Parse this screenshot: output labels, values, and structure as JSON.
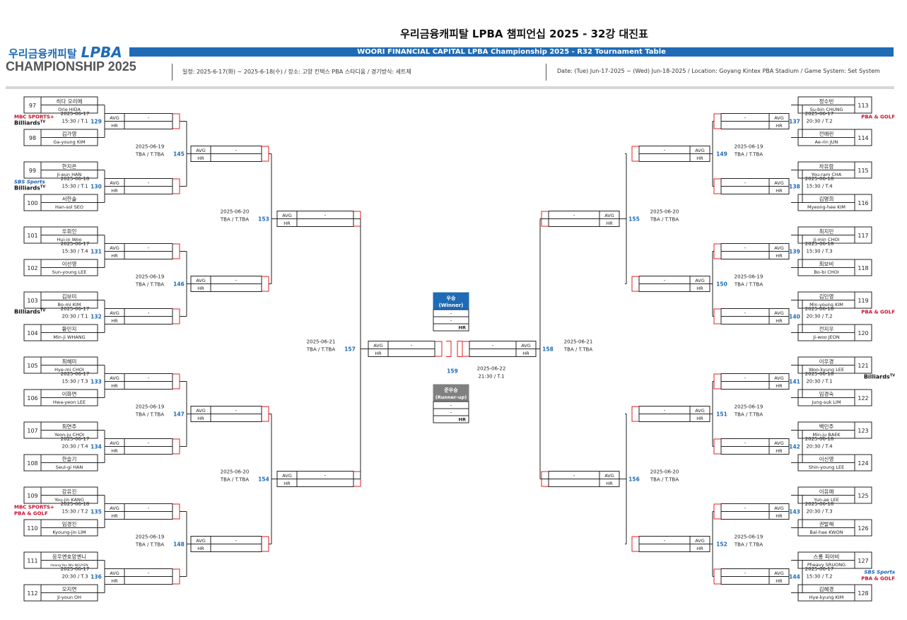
{
  "header": {
    "logo_kr": "우리금융캐피탈",
    "logo_lpba": "LPBA",
    "logo_en": "CHAMPIONSHIP 2025",
    "title_kr": "우리금융캐피탈 LPBA 챔피언십 2025 - 32강 대진표",
    "title_en": "WOORI FINANCIAL CAPITAL LPBA Championship 2025 - R32 Tournament Table",
    "info_kr": "일정: 2025-6-17(화) ~ 2025-6-18(수) / 장소: 고양 킨텍스 PBA 스타디움 / 경기방식: 세트제",
    "info_en": "Date: (Tue) Jun-17-2025 ~ (Wed) Jun-18-2025 / Location: Goyang Kintex PBA Stadium / Game System: Set System"
  },
  "labels": {
    "avg": "AVG",
    "hr": "HR",
    "dash": "-"
  },
  "broadcast": {
    "mbc": "MBC SPORTS+",
    "billiards": "Billiards",
    "billiards_sup": "TV",
    "sbs": "SBS Sports",
    "pba": "PBA & GOLF"
  },
  "colors": {
    "blue": "#1f6bb5",
    "red": "#e02020",
    "grey_box": "#808080"
  },
  "players": {
    "left": [
      {
        "no": "97",
        "kr": "히다 오리에",
        "en": "Orie HIDA"
      },
      {
        "no": "98",
        "kr": "김가영",
        "en": "Ga-young KIM"
      },
      {
        "no": "99",
        "kr": "한지은",
        "en": "Ji-eun HAN"
      },
      {
        "no": "100",
        "kr": "서한솔",
        "en": "Han-sol SEO"
      },
      {
        "no": "101",
        "kr": "우휘인",
        "en": "Hui-in Woo"
      },
      {
        "no": "102",
        "kr": "이선영",
        "en": "Sun-young LEE"
      },
      {
        "no": "103",
        "kr": "김보미",
        "en": "Bo-mi KIM"
      },
      {
        "no": "104",
        "kr": "황민지",
        "en": "Min-ji WHANG"
      },
      {
        "no": "105",
        "kr": "최혜미",
        "en": "Hye-mi CHOI"
      },
      {
        "no": "106",
        "kr": "이화연",
        "en": "Hwa-yeon LEE"
      },
      {
        "no": "107",
        "kr": "최연주",
        "en": "Yeon-ju CHOI"
      },
      {
        "no": "108",
        "kr": "한슬기",
        "en": "Seul-gi HAN"
      },
      {
        "no": "109",
        "kr": "강유진",
        "en": "You-jin KANG"
      },
      {
        "no": "110",
        "kr": "임경진",
        "en": "Kyoung-jin LIM"
      },
      {
        "no": "111",
        "kr": "응우옌호앙옌니",
        "en": "Hoang Yen Nhi NGUYEN"
      },
      {
        "no": "112",
        "kr": "오지연",
        "en": "Ji-youn OH"
      }
    ],
    "right": [
      {
        "no": "113",
        "kr": "정수빈",
        "en": "Su-bin CHUNG"
      },
      {
        "no": "114",
        "kr": "전애린",
        "en": "Ae-rin JUN"
      },
      {
        "no": "115",
        "kr": "차유람",
        "en": "You-ram CHA"
      },
      {
        "no": "116",
        "kr": "김명희",
        "en": "Myeong-hee KIM"
      },
      {
        "no": "117",
        "kr": "최지민",
        "en": "Ji-min CHOI"
      },
      {
        "no": "118",
        "kr": "최보비",
        "en": "Bo-bi CHOI"
      },
      {
        "no": "119",
        "kr": "김민영",
        "en": "Min-young KIM"
      },
      {
        "no": "120",
        "kr": "전지우",
        "en": "Ji-woo JEON"
      },
      {
        "no": "121",
        "kr": "이우경",
        "en": "Woo-kyung LEE"
      },
      {
        "no": "122",
        "kr": "임경숙",
        "en": "Jung-suk LIM"
      },
      {
        "no": "123",
        "kr": "백민주",
        "en": "Min-ju BAEK"
      },
      {
        "no": "124",
        "kr": "이신영",
        "en": "Shin-young LEE"
      },
      {
        "no": "125",
        "kr": "이유애",
        "en": "Yun-ae LEE"
      },
      {
        "no": "126",
        "kr": "권발해",
        "en": "Bal-hae KWON"
      },
      {
        "no": "127",
        "kr": "스롱 피아비",
        "en": "Pheavy SRUONG"
      },
      {
        "no": "128",
        "kr": "김혜경",
        "en": "Hye-kyung KIM"
      }
    ]
  },
  "r32": {
    "left": [
      {
        "match": "129",
        "date": "2025-06-17",
        "time": "15:30 / T.1",
        "tv": [
          "mbc",
          "billiards"
        ]
      },
      {
        "match": "130",
        "date": "2025-06-18",
        "time": "15:30 / T.1",
        "tv": [
          "sbs",
          "billiards"
        ]
      },
      {
        "match": "131",
        "date": "2025-06-17",
        "time": "15:30 / T.4",
        "tv": []
      },
      {
        "match": "132",
        "date": "2025-06-17",
        "time": "20:30 / T.1",
        "tv": [
          "billiards"
        ]
      },
      {
        "match": "133",
        "date": "2025-06-17",
        "time": "15:30 / T.3",
        "tv": []
      },
      {
        "match": "134",
        "date": "2025-06-17",
        "time": "20:30 / T.4",
        "tv": []
      },
      {
        "match": "135",
        "date": "2025-06-18",
        "time": "15:30 / T.2",
        "tv": [
          "mbc",
          "pba"
        ]
      },
      {
        "match": "136",
        "date": "2025-06-17",
        "time": "20:30 / T.3",
        "tv": []
      }
    ],
    "right": [
      {
        "match": "137",
        "date": "2025-06-17",
        "time": "20:30 / T.2",
        "tv": [
          "pba"
        ]
      },
      {
        "match": "138",
        "date": "2025-06-18",
        "time": "15:30 / T.4",
        "tv": []
      },
      {
        "match": "139",
        "date": "2025-06-18",
        "time": "15:30 / T.3",
        "tv": []
      },
      {
        "match": "140",
        "date": "2025-06-18",
        "time": "20:30 / T.2",
        "tv": [
          "pba"
        ]
      },
      {
        "match": "141",
        "date": "2025-06-18",
        "time": "20:30 / T.1",
        "tv": [
          "billiards"
        ]
      },
      {
        "match": "142",
        "date": "2025-06-18",
        "time": "20:30 / T.4",
        "tv": []
      },
      {
        "match": "143",
        "date": "2025-06-18",
        "time": "20:30 / T.3",
        "tv": []
      },
      {
        "match": "144",
        "date": "2025-06-17",
        "time": "15:30 / T.2",
        "tv": [
          "sbs",
          "pba"
        ]
      }
    ]
  },
  "r16": {
    "left": [
      {
        "match": "145",
        "date": "2025-06-19",
        "time": "TBA / T.TBA"
      },
      {
        "match": "146",
        "date": "2025-06-19",
        "time": "TBA / T.TBA"
      },
      {
        "match": "147",
        "date": "2025-06-19",
        "time": "TBA / T.TBA"
      },
      {
        "match": "148",
        "date": "2025-06-19",
        "time": "TBA / T.TBA"
      }
    ],
    "right": [
      {
        "match": "149",
        "date": "2025-06-19",
        "time": "TBA / T.TBA"
      },
      {
        "match": "150",
        "date": "2025-06-19",
        "time": "TBA / T.TBA"
      },
      {
        "match": "151",
        "date": "2025-06-19",
        "time": "TBA / T.TBA"
      },
      {
        "match": "152",
        "date": "2025-06-19",
        "time": "TBA / T.TBA"
      }
    ]
  },
  "qf": {
    "left": [
      {
        "match": "153",
        "date": "2025-06-20",
        "time": "TBA / T.TBA"
      },
      {
        "match": "154",
        "date": "2025-06-20",
        "time": "TBA / T.TBA"
      }
    ],
    "right": [
      {
        "match": "155",
        "date": "2025-06-20",
        "time": "TBA / T.TBA"
      },
      {
        "match": "156",
        "date": "2025-06-20",
        "time": "TBA / T.TBA"
      }
    ]
  },
  "sf": {
    "left": {
      "match": "157",
      "date": "2025-06-21",
      "time": "TBA / T.TBA"
    },
    "right": {
      "match": "158",
      "date": "2025-06-21",
      "time": "TBA / T.TBA"
    }
  },
  "final": {
    "match": "159",
    "date": "2025-06-22",
    "time": "21:30 / T.1"
  },
  "winner": {
    "title_kr": "우승",
    "title_en": "(Winner)"
  },
  "runnerup": {
    "title_kr": "준우승",
    "title_en": "(Runner-up)"
  }
}
